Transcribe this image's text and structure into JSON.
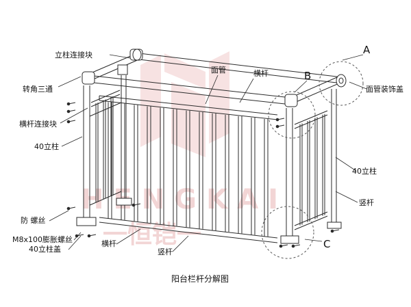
{
  "colors": {
    "line": "#2a2a2a",
    "watermark": "#e8b3b3",
    "dash": "#555555"
  },
  "labels": {
    "post_connector": "立柱连接块",
    "corner_tee": "转角三通",
    "rail_connector": "横杆连接块",
    "post_40_left": "40立柱",
    "anti_thread": "防   螺丝",
    "expansion_screw": "M8x100膨胀螺丝",
    "post_cap": "40立柱盖",
    "crossbar_bottom": "横杆",
    "vertical_bottom": "竖杆",
    "top_pipe": "面管",
    "crossbar_top": "横杆",
    "pipe_cap": "面管装饰盖",
    "post_40_right": "40立柱",
    "vertical_right": "竖杆",
    "detail_a": "A",
    "detail_b": "B",
    "detail_c": "C"
  },
  "watermark": {
    "brand": "HENGKAI",
    "brand_cn": "一恒铠一"
  },
  "caption": "阳台栏杆分解图"
}
